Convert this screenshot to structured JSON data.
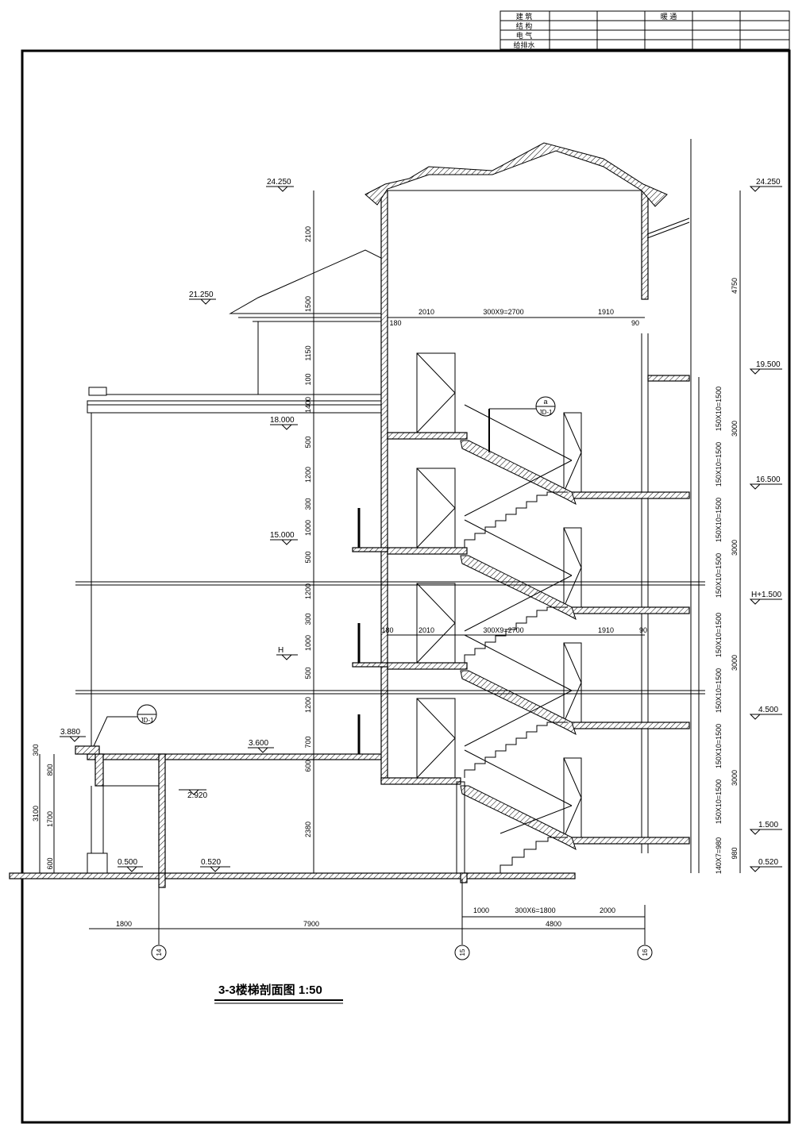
{
  "title_block": {
    "rows": [
      {
        "label": "建 筑",
        "right_label": "暖 通"
      },
      {
        "label": "结 构",
        "right_label": ""
      },
      {
        "label": "电 气",
        "right_label": ""
      },
      {
        "label": "给排水",
        "right_label": ""
      }
    ]
  },
  "drawing_title": "3-3楼梯剖面图 1:50",
  "elevations_left": {
    "e24250": "24.250",
    "e21250": "21.250",
    "e18000": "18.000",
    "e15000": "15.000",
    "eH": "H",
    "e3880": "3.880",
    "e3600": "3.600",
    "e2920": "2.920",
    "e0500": "0.500",
    "e0520": "0.520"
  },
  "elevations_right": {
    "r24250": "24.250",
    "r19500": "19.500",
    "r16500": "16.500",
    "rH1500": "H+1.500",
    "r4500": "4.500",
    "r1500": "1.500",
    "r0520": "0.520"
  },
  "vertical_dims_mid": [
    "2100",
    "1500",
    "1150",
    "100",
    "1400",
    "500",
    "1200",
    "300",
    "1000",
    "500",
    "1200",
    "300",
    "1000",
    "500",
    "1200",
    "700",
    "600",
    "2380"
  ],
  "vertical_dims_right_steps": [
    "150X10=1500",
    "150X10=1500",
    "150X10=1500",
    "150X10=1500",
    "150X10=1500",
    "150X10=1500",
    "150X10=1500",
    "150X10=1500",
    "140X7=980"
  ],
  "vertical_dims_right_floors": [
    "4750",
    "3000",
    "3000",
    "3000",
    "3000",
    "980"
  ],
  "vertical_dims_left": [
    "300",
    "800",
    "1700",
    "600",
    "3100"
  ],
  "horizontal_dims_top": [
    "180",
    "2010",
    "300X9=2700",
    "1910",
    "90"
  ],
  "horizontal_dims_mid": [
    "180",
    "2010",
    "300X9=2700",
    "1910",
    "90"
  ],
  "horizontal_dims_bottom": {
    "upper": [
      "1000",
      "300X6=1800",
      "2000"
    ],
    "lower": [
      "1800",
      "7900",
      "4800"
    ]
  },
  "details": {
    "a_ref": "a",
    "jd1_top": "JD-1",
    "jd1_left": "JD-1"
  },
  "axis_labels": [
    "14",
    "15",
    "16"
  ]
}
